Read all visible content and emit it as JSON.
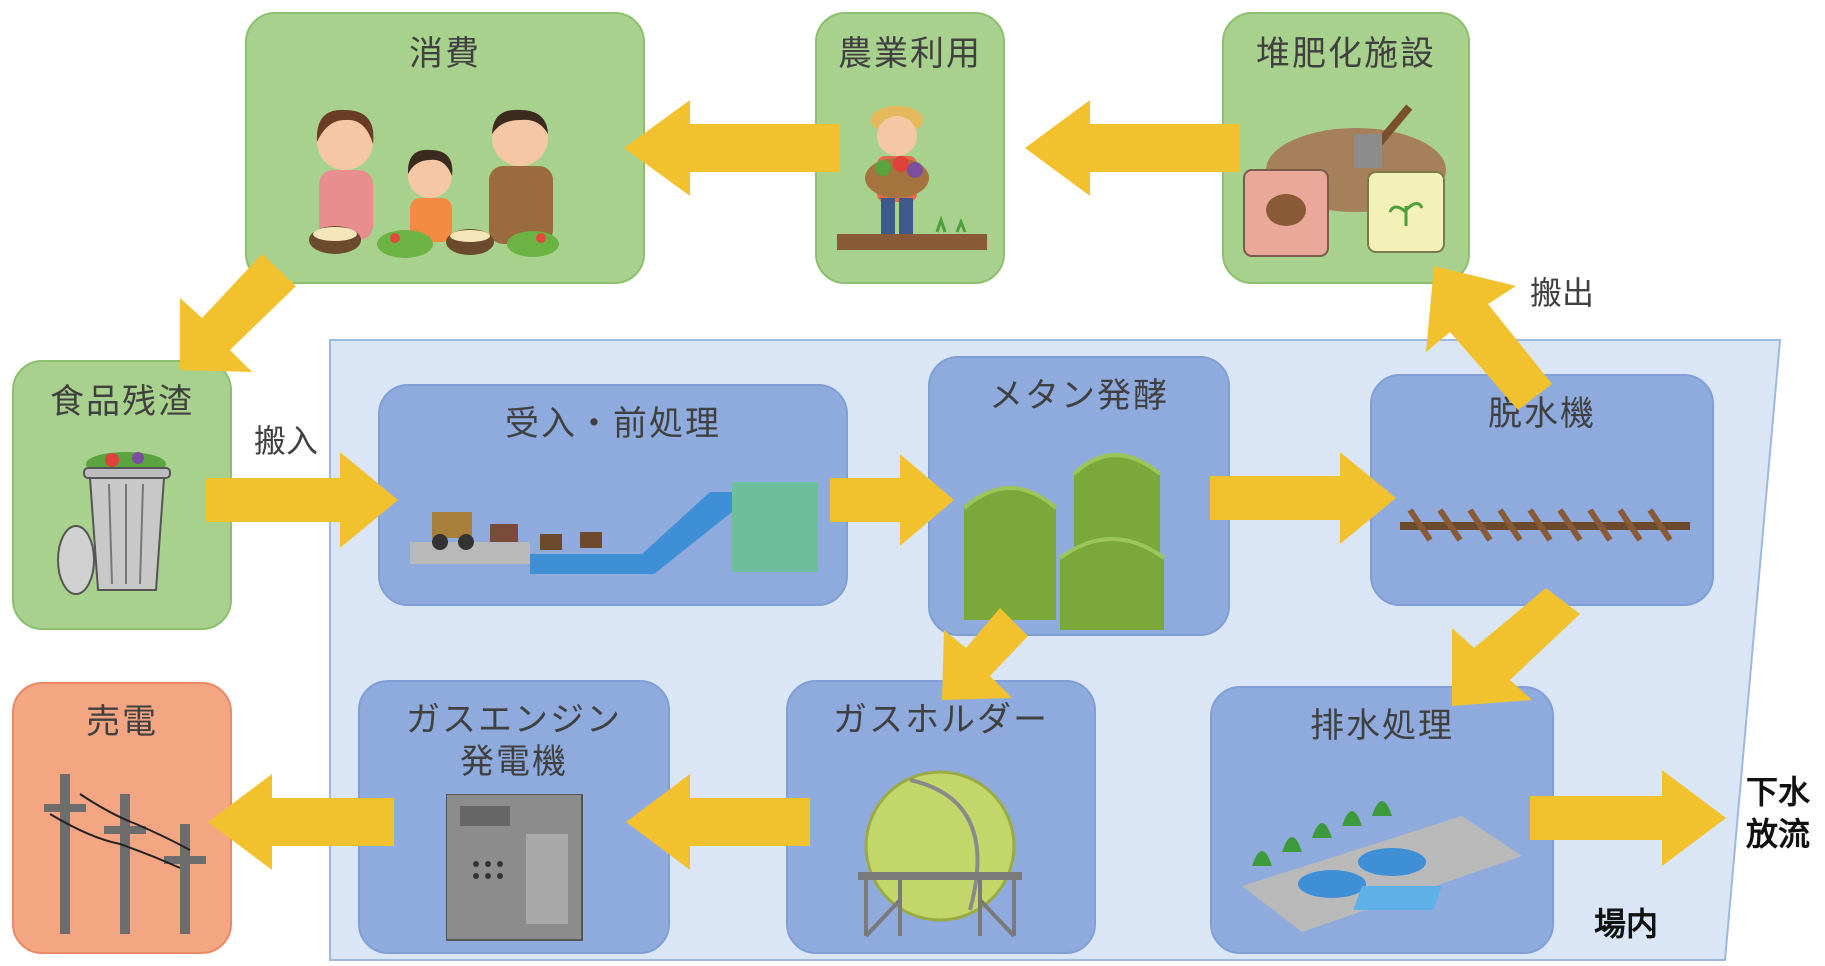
{
  "nodes": {
    "consumption": "消費",
    "agriculture": "農業利用",
    "compost": "堆肥化施設",
    "food_waste": "食品残渣",
    "reception": "受入・前処理",
    "methane": "メタン発酵",
    "dewater": "脱水機",
    "power_sale": "売電",
    "gas_engine_line1": "ガスエンジン",
    "gas_engine_line2": "発電機",
    "gas_holder": "ガスホルダー",
    "wastewater": "排水処理"
  },
  "labels": {
    "carry_in": "搬入",
    "carry_out": "搬出",
    "discharge_line1": "下水",
    "discharge_line2": "放流",
    "premises": "場内"
  },
  "colors": {
    "arrow": "#f2c12e",
    "green_box": "#a9d18e",
    "blue_box": "#8faadc",
    "salmon_box": "#f4a582",
    "premises_area": "#dae6f5"
  },
  "icons": [
    "family-eating-icon",
    "farmer-icon",
    "compost-bags-icon",
    "trash-can-icon",
    "conveyor-icon",
    "digester-tanks-icon",
    "screw-press-icon",
    "power-pylon-icon",
    "generator-icon",
    "gas-sphere-icon",
    "treatment-plant-icon"
  ]
}
